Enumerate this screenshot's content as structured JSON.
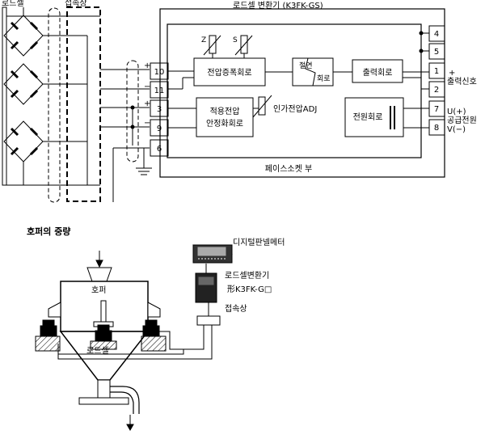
{
  "top": {
    "loadcell_label": "로드셀",
    "junction_label": "접속상",
    "converter_title": "로드셀 변환기 (K3FK-GS)",
    "z_label": "Z",
    "s_label": "S",
    "voltage_amp": "전압증폭회로",
    "insulation_a": "절연",
    "insulation_b": "회로",
    "output_circuit": "출력회로",
    "regulated_a": "적용전압",
    "regulated_b": "안정화회로",
    "applied_adj": "인가전압ADJ",
    "power_circuit": "전원회로",
    "output_signal": "출력신호",
    "supply_power": "공급전원",
    "u_plus": "U(+)",
    "v_minus": "V(−)",
    "socket": "페이스소켓 부",
    "left_terms": [
      "10",
      "11",
      "3",
      "9",
      "6"
    ],
    "right_terms": [
      "4",
      "5",
      "1",
      "2",
      "7",
      "8"
    ],
    "plus": "+",
    "minus": "−"
  },
  "bottom": {
    "title": "호퍼의 중량",
    "meter": "디지털판넬메터",
    "converter": "로드셀변환기",
    "model": "形K3FK-G□",
    "junction": "접속상",
    "hopper": "호퍼",
    "loadcell": "로드셀"
  }
}
